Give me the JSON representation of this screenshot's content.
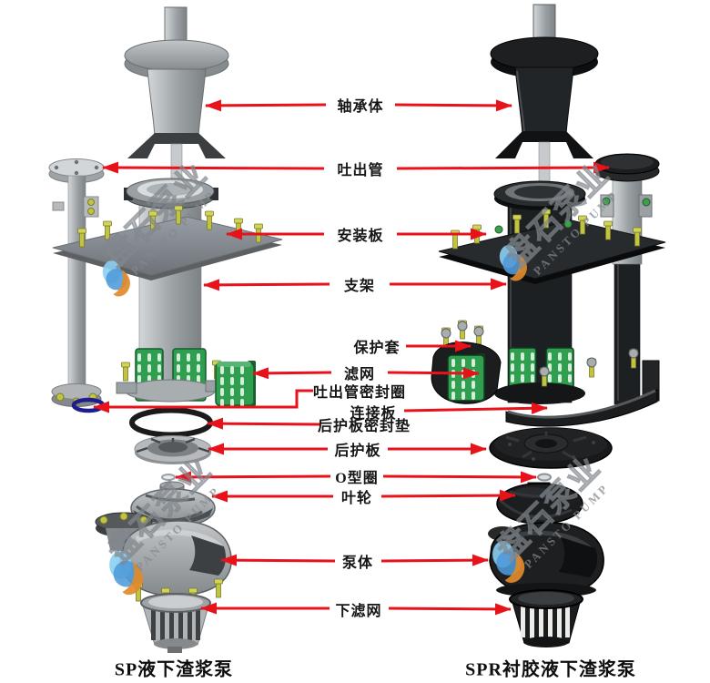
{
  "diagram": {
    "captions": {
      "left_pump": "SP液下渣浆泵",
      "right_pump": "SPR衬胶液下渣浆泵"
    },
    "watermark": {
      "brand_cn": "盘石泵业",
      "brand_en": "PANSTO PUMP"
    },
    "colors": {
      "arrow_red": "#e8121a",
      "filter_green": "#2f9e4e",
      "bolt_yellow": "#c2c441",
      "seal_blue": "#1d1d8f",
      "left_pump_gray": "#9aa0a3",
      "right_pump_black": "#1d1f21"
    },
    "parts": [
      {
        "id": "bearing-body",
        "label": "轴承体"
      },
      {
        "id": "discharge-pipe",
        "label": "吐出管"
      },
      {
        "id": "mounting-plate",
        "label": "安装板"
      },
      {
        "id": "bracket",
        "label": "支架"
      },
      {
        "id": "protective-sleeve",
        "label": "保护套"
      },
      {
        "id": "filter-screen",
        "label": "滤网"
      },
      {
        "id": "discharge-pipe-seal-ring",
        "label": "吐出管密封圈"
      },
      {
        "id": "connecting-plate",
        "label": "连接板"
      },
      {
        "id": "rear-guard-seal-gasket",
        "label": "后护板密封垫"
      },
      {
        "id": "rear-guard-plate",
        "label": "后护板"
      },
      {
        "id": "o-ring",
        "label": "O型圈"
      },
      {
        "id": "impeller",
        "label": "叶轮"
      },
      {
        "id": "pump-body",
        "label": "泵体"
      },
      {
        "id": "lower-strainer",
        "label": "下滤网"
      }
    ]
  }
}
